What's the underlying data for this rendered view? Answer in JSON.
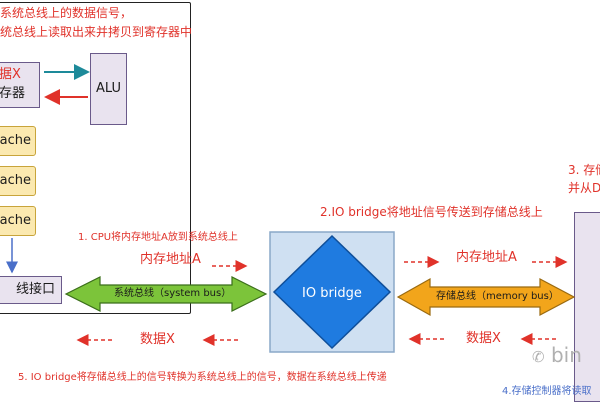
{
  "cpu": {
    "note_line1": "系统总线上的数据信号，",
    "note_line2": "统总线上读取出来并拷贝到寄存器中",
    "register_line1": "据X",
    "register_line2": "存器",
    "alu_label": "ALU",
    "caches": [
      "ache",
      "ache",
      "ache"
    ],
    "bus_interface_label": "线接口"
  },
  "steps": {
    "step1": "1. CPU将内存地址A放到系统总线上",
    "step2": "2.IO bridge将地址信号传送到存储总线上",
    "step3_line1": "3. 存储",
    "step3_line2": "并从D",
    "step4": "4.存储控制器将读取",
    "step5": "5. IO bridge将存储总线上的信号转换为系统总线上的信号，数据在系统总线上传递"
  },
  "signals": {
    "address_left": "内存地址A",
    "address_right": "内存地址A",
    "data_left": "数据X",
    "data_right": "数据X"
  },
  "buses": {
    "system_bus": "系统总线（system bus）",
    "memory_bus": "存储总线（memory bus）"
  },
  "io_bridge": {
    "label": "IO bridge"
  },
  "watermark": {
    "text": "bin"
  },
  "colors": {
    "red": "#e0322a",
    "register_fill": "#e9e3ef",
    "cache_fill": "#fbe9b0",
    "system_bus_fill": "#7cc43a",
    "memory_bus_fill": "#f2a51b",
    "io_bridge_fill": "#1f7be0",
    "io_bridge_box": "#cfe0f2"
  }
}
